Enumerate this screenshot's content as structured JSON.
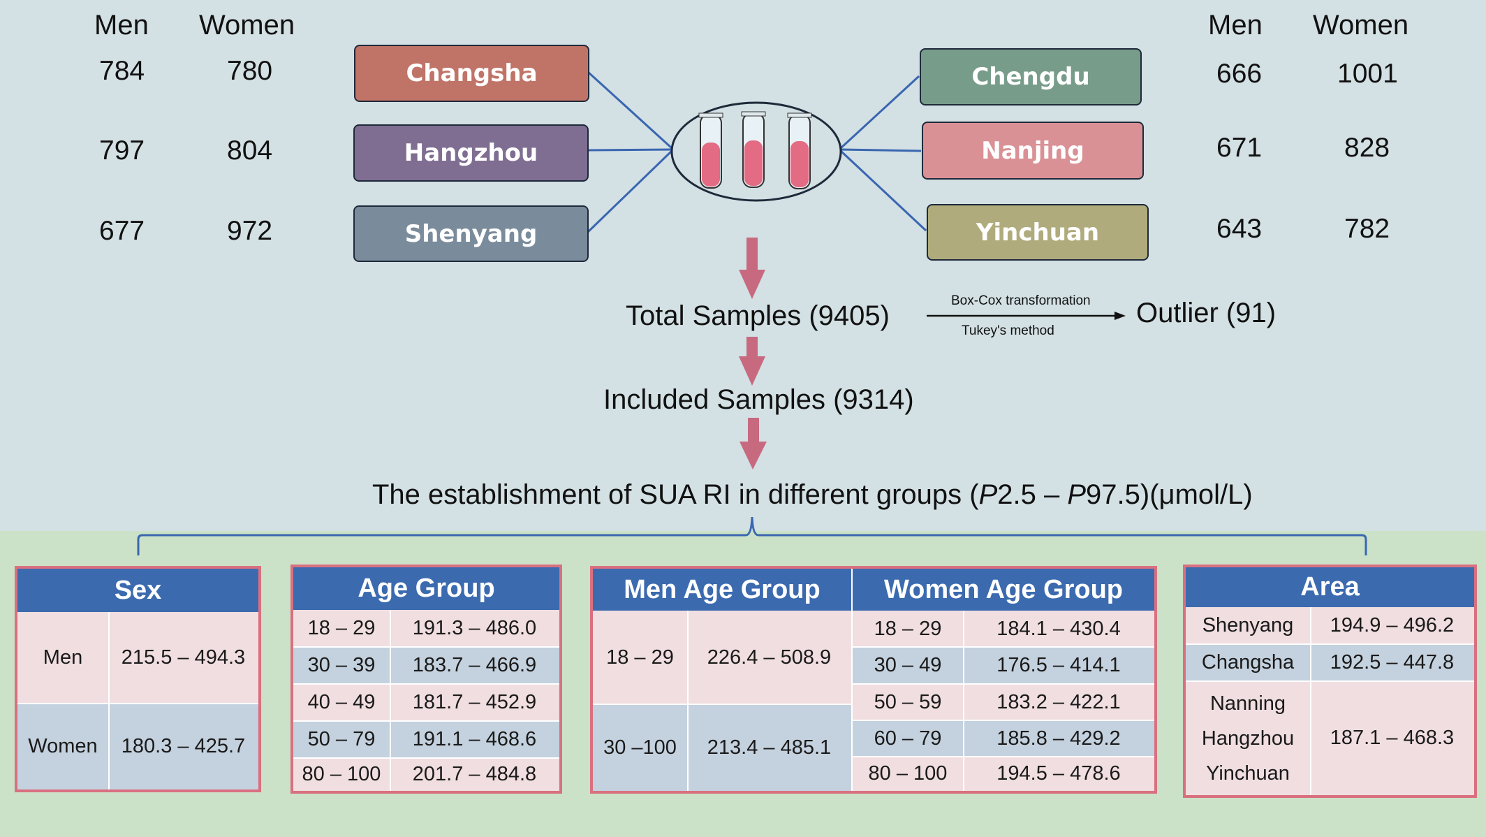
{
  "left_counts": {
    "men_header": "Men",
    "women_header": "Women",
    "rows": [
      {
        "men": "784",
        "women": "780"
      },
      {
        "men": "797",
        "women": "804"
      },
      {
        "men": "677",
        "women": "972"
      }
    ]
  },
  "right_counts": {
    "men_header": "Men",
    "women_header": "Women",
    "rows": [
      {
        "men": "666",
        "women": "1001"
      },
      {
        "men": "671",
        "women": "828"
      },
      {
        "men": "643",
        "women": "782"
      }
    ]
  },
  "left_cities": [
    {
      "name": "Changsha",
      "color": "#c07468"
    },
    {
      "name": "Hangzhou",
      "color": "#7f6e91"
    },
    {
      "name": "Shenyang",
      "color": "#7a8c9c"
    }
  ],
  "right_cities": [
    {
      "name": "Chengdu",
      "color": "#789c8a"
    },
    {
      "name": "Nanjing",
      "color": "#d99196"
    },
    {
      "name": "Yinchuan",
      "color": "#b0ab7c"
    }
  ],
  "flow": {
    "total": "Total Samples (9405)",
    "boxcox": "Box-Cox transformation",
    "tukey": "Tukey's method",
    "outlier": "Outlier (91)",
    "included": "Included Samples (9314)",
    "establishment_pre": "The establishment of SUA RI in different groups (",
    "p_italic_1": "P",
    "establishment_mid": "2.5 – ",
    "p_italic_2": "P",
    "establishment_post": "97.5)(μmol/L)"
  },
  "sex_panel": {
    "title": "Sex",
    "rows": [
      {
        "group": "Men",
        "range": "215.5 –  494.3"
      },
      {
        "group": "Women",
        "range": "180.3 – 425.7"
      }
    ]
  },
  "age_panel": {
    "title": "Age Group",
    "rows": [
      {
        "group": "18 – 29",
        "range": "191.3 – 486.0"
      },
      {
        "group": "30 – 39",
        "range": "183.7 – 466.9"
      },
      {
        "group": "40 – 49",
        "range": "181.7 – 452.9"
      },
      {
        "group": "50 – 79",
        "range": "191.1 – 468.6"
      },
      {
        "group": "80 – 100",
        "range": "201.7 – 484.8"
      }
    ]
  },
  "men_age_panel": {
    "title": "Men Age Group",
    "rows": [
      {
        "group": "18 – 29",
        "range": "226.4 –  508.9"
      },
      {
        "group": "30 –100",
        "range": "213.4 – 485.1"
      }
    ]
  },
  "women_age_panel": {
    "title": "Women Age Group",
    "rows": [
      {
        "group": "18 – 29",
        "range": "184.1 – 430.4"
      },
      {
        "group": "30 – 49",
        "range": "176.5 – 414.1"
      },
      {
        "group": "50 – 59",
        "range": "183.2 – 422.1"
      },
      {
        "group": "60 – 79",
        "range": "185.8 – 429.2"
      },
      {
        "group": "80 – 100",
        "range": "194.5 – 478.6"
      }
    ]
  },
  "area_panel": {
    "title": "Area",
    "rows": [
      {
        "group": "Shenyang",
        "range": "194.9 – 496.2"
      },
      {
        "group": "Changsha",
        "range": "192.5 – 447.8"
      }
    ],
    "group3": [
      "Nanning",
      "Hangzhou",
      "Yinchuan"
    ],
    "group3_range": "187.1 – 468.3"
  },
  "colors": {
    "line_blue": "#3a66b0",
    "arrow_pink": "#c76a80",
    "panel_border": "#d9707f",
    "header_blue": "#3b6aaf",
    "blood": "#e36b84"
  }
}
